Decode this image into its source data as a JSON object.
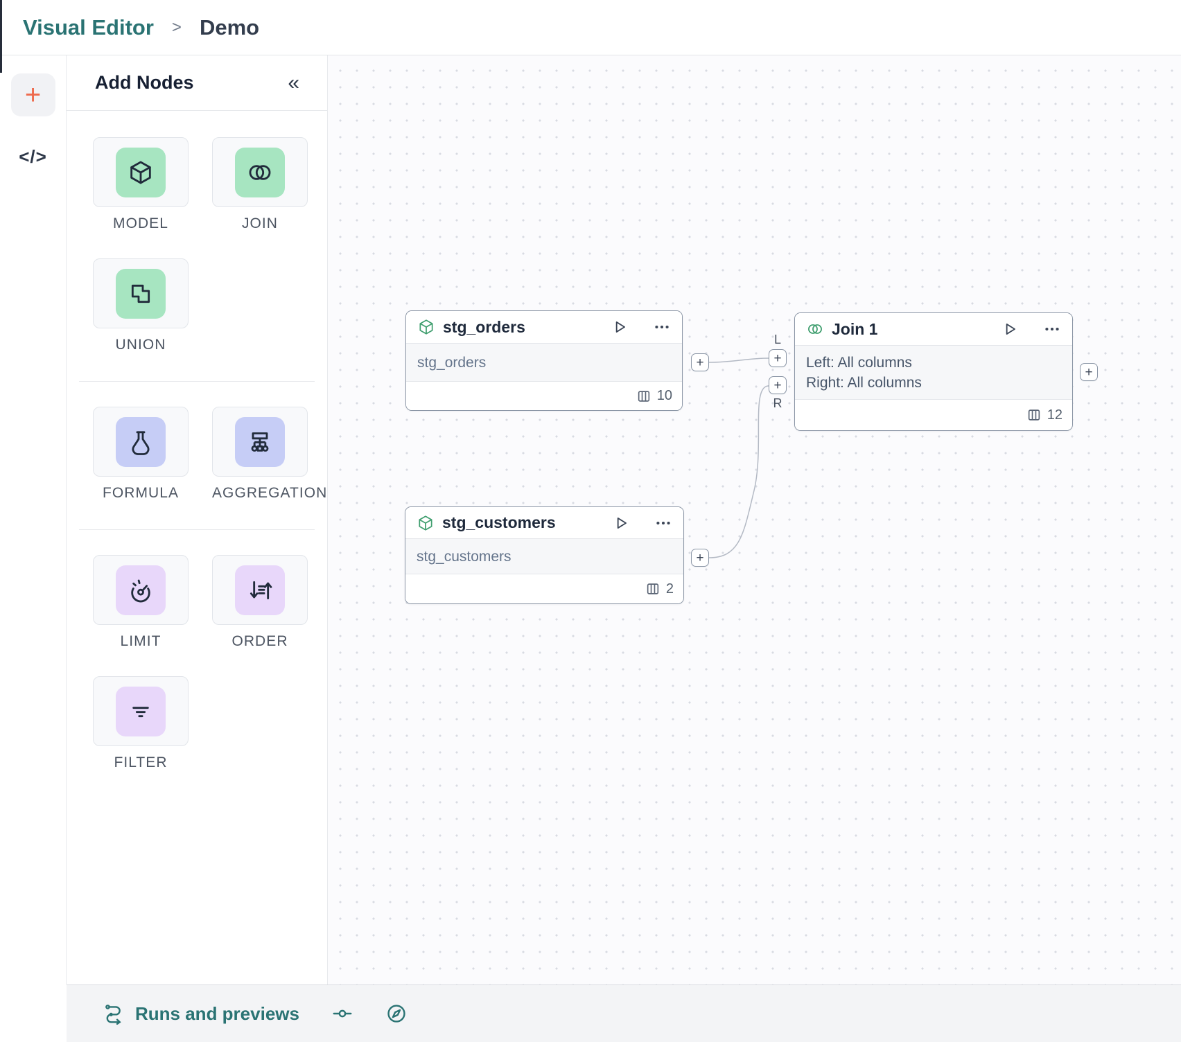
{
  "colors": {
    "accent_teal": "#2a7373",
    "brand_orange": "#ee6a4d",
    "tile_green": "#a7e5c1",
    "tile_periwinkle": "#c6cdf6",
    "tile_purple": "#e8d7fa",
    "node_icon_green": "#3f9e6e",
    "node_border": "#8b96a6"
  },
  "header": {
    "app_name": "Visual Editor",
    "separator": ">",
    "page_name": "Demo"
  },
  "left_toolbar": {
    "add_button": "+",
    "code_button": "</>"
  },
  "panel": {
    "title": "Add Nodes",
    "collapse_icon": "«",
    "groups": [
      {
        "tiles": [
          {
            "label": "MODEL"
          },
          {
            "label": "JOIN"
          },
          {
            "label": "UNION"
          }
        ]
      },
      {
        "tiles": [
          {
            "label": "FORMULA"
          },
          {
            "label": "AGGREGATION"
          }
        ]
      },
      {
        "tiles": [
          {
            "label": "LIMIT"
          },
          {
            "label": "ORDER"
          },
          {
            "label": "FILTER"
          }
        ]
      }
    ]
  },
  "canvas": {
    "nodes": [
      {
        "title": "stg_orders",
        "body": "stg_orders",
        "column_count": "10"
      },
      {
        "title": "stg_customers",
        "body": "stg_customers",
        "column_count": "2"
      },
      {
        "title": "Join 1",
        "body_left": "Left: All columns",
        "body_right": "Right: All columns",
        "column_count": "12"
      }
    ],
    "port_plus": "+",
    "left_port_label": "L",
    "right_port_label": "R"
  },
  "bottom_bar": {
    "runs_label": "Runs and previews"
  }
}
